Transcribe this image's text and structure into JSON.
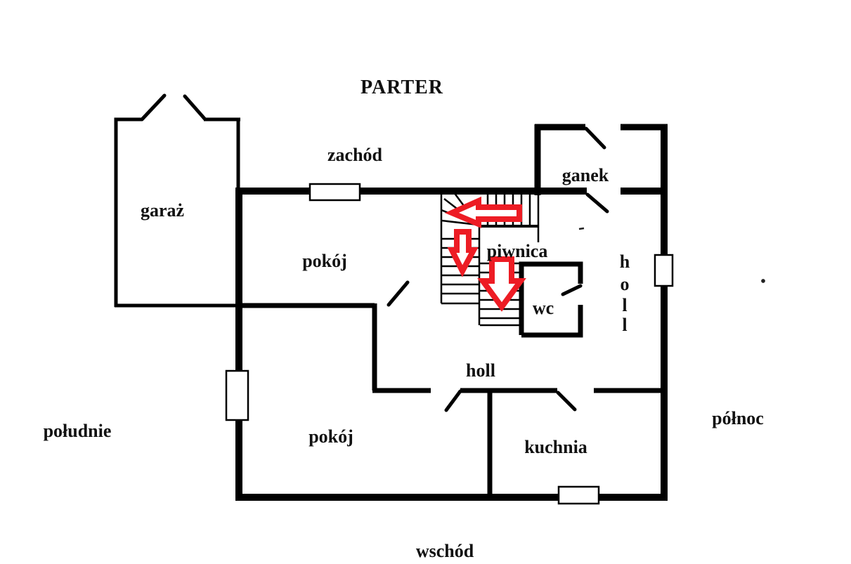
{
  "title": "PARTER",
  "compass": {
    "west": "zachód",
    "east": "wschód",
    "south": "południe",
    "north": "północ"
  },
  "rooms": {
    "garage": "garaż",
    "porch": "ganek",
    "room_top": "pokój",
    "basement": "piwnica",
    "wc": "wc",
    "hall_horizontal": "holl",
    "hall_vertical_letters": [
      "h",
      "o",
      "l",
      "l"
    ],
    "room_bottom": "pokój",
    "kitchen": "kuchnia"
  },
  "arrows": {
    "color": "#ed1c24",
    "items": [
      {
        "direction": "left",
        "location": "upper-stair-flight"
      },
      {
        "direction": "down",
        "location": "left-stair-flight"
      },
      {
        "direction": "down",
        "location": "basement-stairs"
      }
    ]
  },
  "colors": {
    "walls": "#000000",
    "arrow": "#ed1c24",
    "background": "#ffffff",
    "window_fill": "#ffffff"
  }
}
